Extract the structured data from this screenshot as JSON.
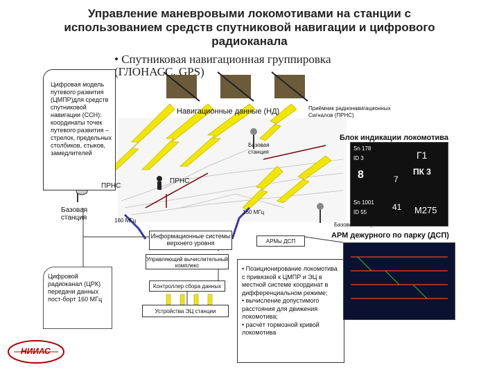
{
  "title": "Управление маневровыми локомотивами на станции с использованием средств спутниковой навигации и цифрового радиоканала",
  "satellites_label": "• Спутниковая навигационная группировка (ГЛОНАСС, GPS)",
  "nav_data_label": "Навигационные данные (НД)",
  "receiver_label": "Приёмник радионавигационных Сигналов (ПРНС)",
  "loco_unit_label": "Блок индикации локомотива",
  "left_note": "Цифровая модель путевого развития (ЦМПР)для средств спутниковой навигации (ССН): координаты точек путевого развития – стрелок, предельных столбиков, стыков, замедлителей",
  "prns_left": "ПРНС",
  "prns_mid": "ПРНС",
  "base_station_left": "Базовая станция",
  "base_station_mid": "Базовая станция",
  "base_station_right": "Базовая станция",
  "freq_left": "160 МГц",
  "freq_right": "160 МГц",
  "info_systems": "Информационные системы верхнего уровня",
  "arm_dsp_small": "АРМы ДСП",
  "arm_dsp": "АРМ дежурного по парку (ДСП)",
  "control_complex": "Управляющий вычислительный комплекс",
  "data_controller": "Контроллер сбора данных",
  "ec_devices": "Устройства ЭЦ станции",
  "crc_note": "Цифровой радиоканал (ЦРК) передачи данных пост-борт 160 МГц",
  "bullets": [
    "• Позиционирование локомотива с привязкой к ЦМПР и ЭЦ в местной системе координат в дифференциальном режиме;",
    "• вычисление допустимого расстояния для движения локомотива;",
    "• расчёт тормозной кривой локомотива"
  ],
  "logo_text": "НИИАС",
  "loco_display": {
    "row1": "Sn 178",
    "row2": "ID 3",
    "big_num": "8",
    "code": "Г1",
    "pk": "ПК 3",
    "num7": "7",
    "row3": "Sn 1001",
    "row4": "ID 55",
    "num41": "41",
    "m275": "М275"
  },
  "colors": {
    "lightning": "#f2e600",
    "link": "#7a0000",
    "arrow": "#3a3aa8"
  }
}
